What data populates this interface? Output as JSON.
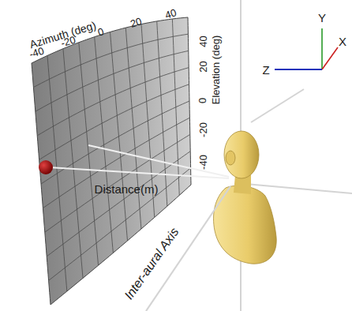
{
  "diagram": {
    "labels": [
      "Azimuth (deg)",
      "-40",
      "-20",
      "0",
      "20",
      "40",
      "Elevation (deg)",
      "40",
      "20",
      "0",
      "-20",
      "-40",
      "Distance(m)",
      "Inter-aural Axis",
      "Y",
      "X",
      "Z"
    ]
  }
}
